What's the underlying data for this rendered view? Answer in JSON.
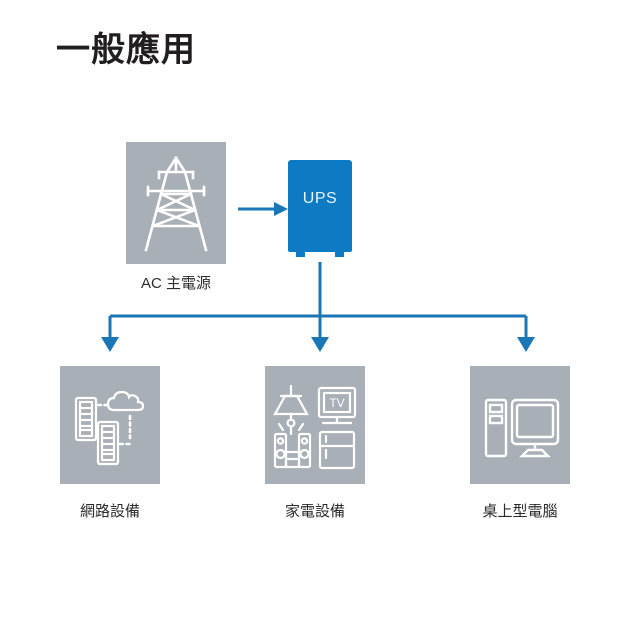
{
  "page": {
    "title": "一般應用",
    "background_color": "#ffffff"
  },
  "colors": {
    "accent_blue": "#0d7ac4",
    "tile_gray": "#a9afb6",
    "icon_white": "#ffffff",
    "text_dark": "#231f20"
  },
  "diagram": {
    "type": "power-distribution-flow",
    "source": {
      "label": "AC 主電源",
      "icon": "transmission-tower-icon"
    },
    "ups": {
      "label": "UPS",
      "icon": "ups-unit-icon"
    },
    "flow_arrows": {
      "source_to_ups": "arrow-right",
      "ups_to_bus": "line-down",
      "bus_to_loads": "arrow-down"
    },
    "loads": [
      {
        "label": "網路設備",
        "icon": "network-equipment-icon",
        "icon_parts": [
          "server-rack-icon",
          "server-rack-icon",
          "cloud-icon"
        ]
      },
      {
        "label": "家電設備",
        "icon": "home-appliance-icon",
        "icon_parts": [
          "ceiling-lamp-icon",
          "tv-icon",
          "stereo-speakers-icon",
          "refrigerator-icon"
        ],
        "tv_label": "TV"
      },
      {
        "label": "桌上型電腦",
        "icon": "desktop-computer-icon",
        "icon_parts": [
          "tower-case-icon",
          "crt-monitor-icon"
        ]
      }
    ]
  }
}
